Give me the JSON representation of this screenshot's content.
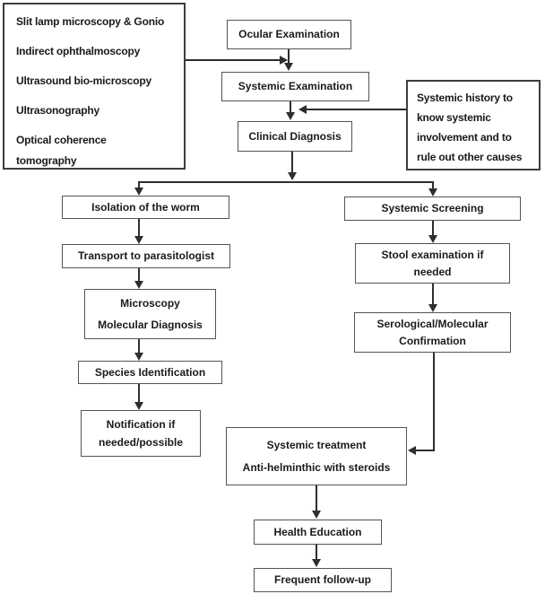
{
  "diagram": {
    "title_hint": "Ocular worm diagnosis and management flowchart",
    "colors": {
      "background": "#ffffff",
      "text": "#1a1a1a",
      "node_border": "#545454",
      "annotation_border": "#3d3d3d",
      "connector": "#2e2e2e"
    },
    "nodes": {
      "investigations": {
        "items": [
          "Slit lamp microscopy & Gonio",
          "Indirect ophthalmoscopy",
          "Ultrasound bio-microscopy",
          "Ultrasonography",
          "Optical coherence\ntomography"
        ]
      },
      "ocular_examination": {
        "label": "Ocular Examination"
      },
      "systemic_examination": {
        "label": "Systemic Examination"
      },
      "clinical_diagnosis": {
        "label": "Clinical Diagnosis"
      },
      "systemic_history": {
        "label": "Systemic history to\nknow systemic\ninvolvement and to\nrule out other causes"
      },
      "isolation_of_worm": {
        "label": "Isolation of the worm"
      },
      "systemic_screening": {
        "label": "Systemic Screening"
      },
      "transport_parasitologist": {
        "label": "Transport to parasitologist"
      },
      "stool_examination": {
        "label": "Stool examination if\nneeded"
      },
      "microscopy_molecular": {
        "label": "Microscopy\nMolecular Diagnosis"
      },
      "serological_confirmation": {
        "label": "Serological/Molecular\nConfirmation"
      },
      "species_identification": {
        "label": "Species Identification"
      },
      "notification": {
        "label": "Notification if\nneeded/possible"
      },
      "systemic_treatment": {
        "label": "Systemic treatment\nAnti-helminthic with steroids"
      },
      "health_education": {
        "label": "Health Education"
      },
      "frequent_followup": {
        "label": "Frequent follow-up"
      }
    }
  }
}
